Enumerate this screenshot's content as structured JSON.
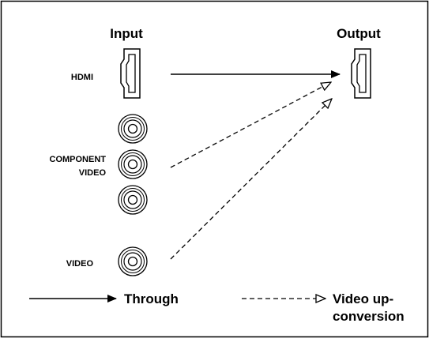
{
  "headers": {
    "input": "Input",
    "output": "Output"
  },
  "input_labels": {
    "hdmi": "HDMI",
    "component_line1": "COMPONENT",
    "component_line2": "VIDEO",
    "video": "VIDEO"
  },
  "legend": {
    "through": "Through",
    "upconversion_line1": "Video up-",
    "upconversion_line2": "conversion"
  },
  "icons": [
    "hdmi-port-icon",
    "rca-jack-icon",
    "solid-arrow-icon",
    "dashed-arrow-icon"
  ],
  "colors": {
    "line": "#000000",
    "background": "#ffffff"
  }
}
